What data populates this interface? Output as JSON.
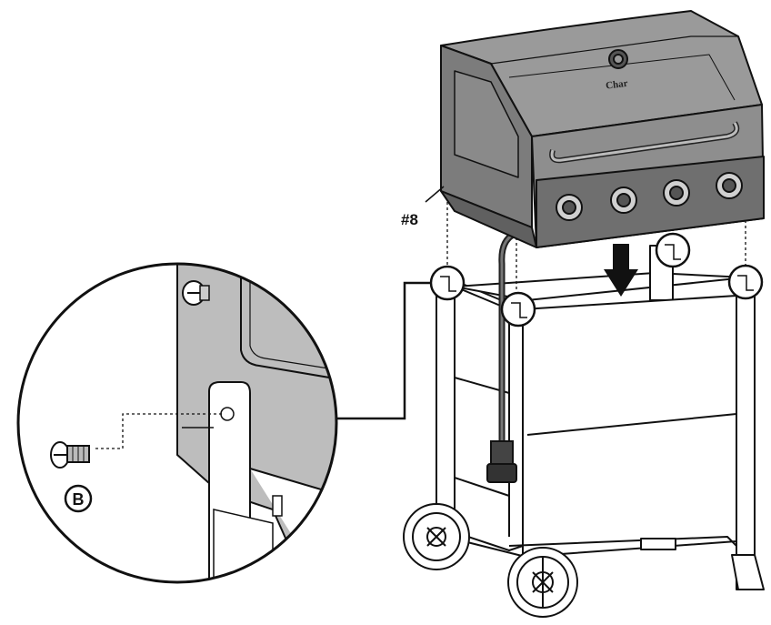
{
  "labels": {
    "part_number": "#8",
    "hardware_letter": "B"
  },
  "colors": {
    "ink": "#111111",
    "grill_body": "#8e8e8e",
    "grill_dark": "#6f6f6f",
    "grill_lid": "#9a9a9a",
    "cart_fill": "#ffffff",
    "detail_panel": "#bdbdbd"
  },
  "icons": {
    "arrow": "down-arrow-icon",
    "screw": "screw-icon",
    "brand_logo": "brand-logo"
  }
}
